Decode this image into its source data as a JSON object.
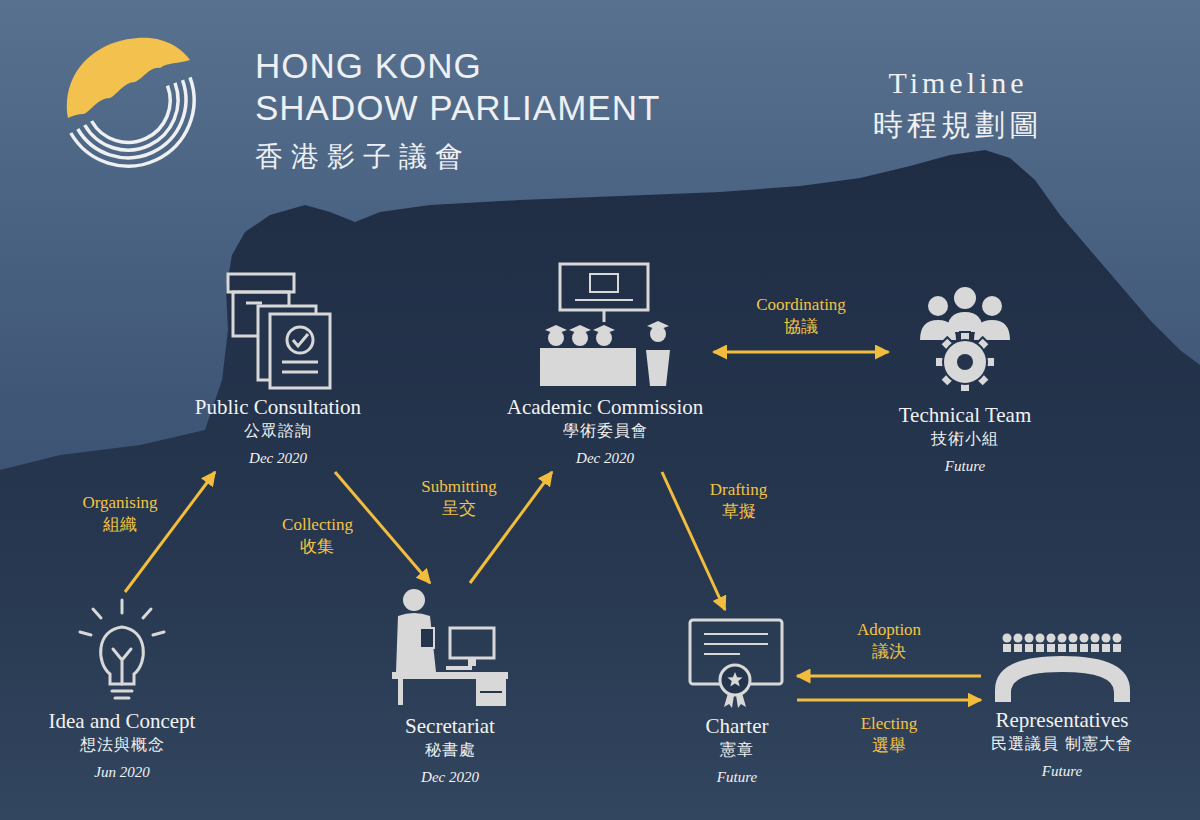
{
  "diagram": {
    "title": "Timeline 時程規劃圖",
    "nodes": [
      {
        "text": [
          "Idea and Concept",
          "想法與概念",
          "Jun 2020"
        ]
      },
      {
        "text": [
          "Public Consultation",
          "公眾諮詢",
          "Dec 2020"
        ]
      },
      {
        "text": [
          "Secretariat",
          "秘書處",
          "Dec 2020"
        ]
      },
      {
        "text": [
          "Academic Commission",
          "學術委員會",
          "Dec 2020"
        ]
      },
      {
        "text": [
          "Technical Team",
          "技術小組",
          "Future"
        ]
      },
      {
        "text": [
          "Charter",
          "憲章",
          "Future"
        ]
      },
      {
        "text": [
          "Representatives",
          "民選議員 制憲大會",
          "Future"
        ]
      }
    ],
    "edges": [
      {
        "from": 0,
        "to": 1,
        "arrow": "to",
        "label": "Organising 組織"
      },
      {
        "from": 1,
        "to": 2,
        "arrow": "to",
        "label": "Collecting 收集"
      },
      {
        "from": 2,
        "to": 3,
        "arrow": "to",
        "label": "Submitting 呈交"
      },
      {
        "from": 3,
        "to": 4,
        "arrow": "both",
        "label": "Coordinating 協議"
      },
      {
        "from": 3,
        "to": 5,
        "arrow": "to",
        "label": "Drafting 草擬"
      },
      {
        "from": 6,
        "to": 5,
        "arrow": "to",
        "label": "Adoption 議決"
      },
      {
        "from": 5,
        "to": 6,
        "arrow": "to",
        "label": "Electing 選舉"
      }
    ],
    "labels": [
      "HONG KONG SHADOW PARLIAMENT",
      "香港影子議會"
    ]
  }
}
